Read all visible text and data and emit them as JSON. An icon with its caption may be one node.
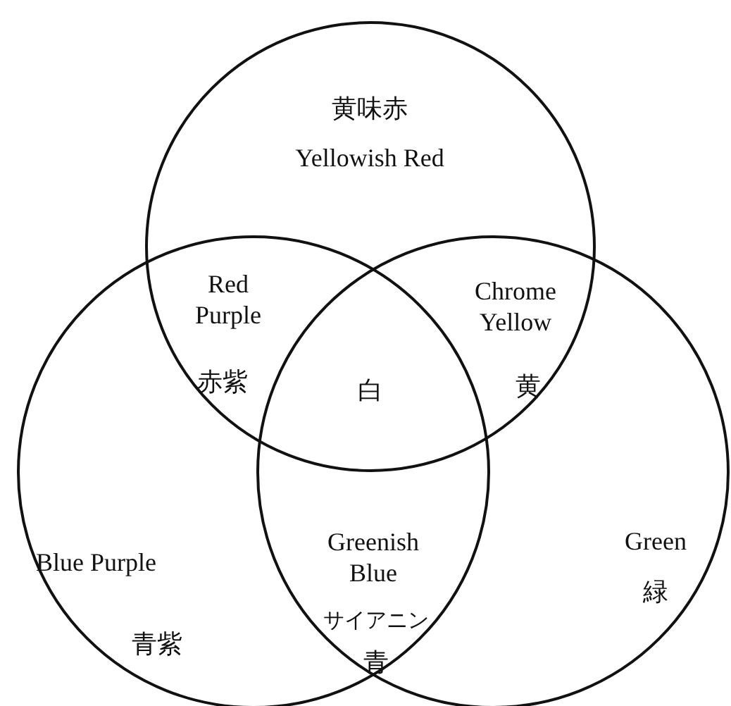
{
  "diagram": {
    "nodes": [
      {
        "text": [
          "黄味赤",
          "Yellowish Red"
        ]
      },
      {
        "text": [
          "Blue Purple",
          "青紫"
        ]
      },
      {
        "text": [
          "Green",
          "緑"
        ]
      }
    ],
    "labels": [
      "Red Purple",
      "赤紫",
      "Chrome Yellow",
      "黄",
      "白",
      "Greenish Blue",
      "サイアニン",
      "青"
    ]
  }
}
